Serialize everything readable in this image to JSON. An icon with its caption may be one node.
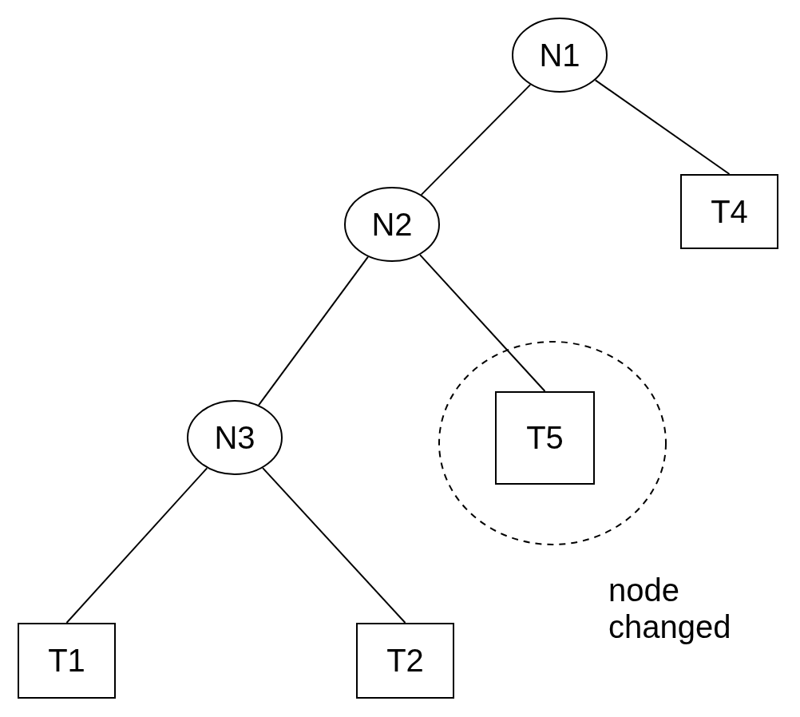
{
  "diagram": {
    "nodes": [
      {
        "text": [
          "N1"
        ]
      },
      {
        "text": [
          "N2"
        ]
      },
      {
        "text": [
          "T4"
        ]
      },
      {
        "text": [
          "N3"
        ]
      },
      {
        "text": [],
        "shape": "circle",
        "beside": [
          "node changed"
        ]
      },
      {
        "text": [
          "T5"
        ],
        "in": 4
      },
      {
        "text": [
          "T1"
        ]
      },
      {
        "text": [
          "T2"
        ]
      }
    ],
    "edges": [
      {
        "from": 0,
        "to": 1,
        "arrow": "none"
      },
      {
        "from": 0,
        "to": 2,
        "arrow": "none"
      },
      {
        "from": 1,
        "to": 3,
        "arrow": "none"
      },
      {
        "from": 1,
        "to": 5,
        "arrow": "none"
      },
      {
        "from": 3,
        "to": 6,
        "arrow": "none"
      },
      {
        "from": 3,
        "to": 7,
        "arrow": "none"
      }
    ]
  }
}
